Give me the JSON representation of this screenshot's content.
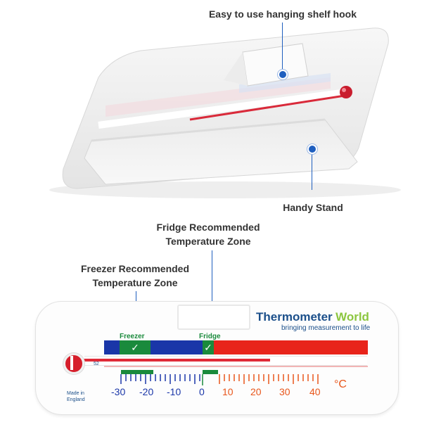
{
  "callouts": {
    "hook": "Easy to use hanging shelf hook",
    "stand": "Handy Stand",
    "fridge_zone_line1": "Fridge Recommended",
    "fridge_zone_line2": "Temperature Zone",
    "freezer_zone_line1": "Freezer Recommended",
    "freezer_zone_line2": "Temperature Zone"
  },
  "thermometer": {
    "brand_part1": "Thermometer",
    "brand_part2": "World",
    "tagline": "bringing measurement to life",
    "freezer_label": "Freezer",
    "fridge_label": "Fridge",
    "check_mark": "✓",
    "code": "52",
    "made_in_line1": "Made in",
    "made_in_line2": "England",
    "unit": "°C",
    "scale_negative": [
      "-30",
      "-20",
      "-10"
    ],
    "scale_zero": "0",
    "scale_positive": [
      "10",
      "20",
      "30",
      "40"
    ]
  },
  "colors": {
    "brand_blue": "#1b4f8a",
    "brand_green": "#8cc63f",
    "freezer_blue": "#1a36a8",
    "zone_green": "#1a8a3c",
    "warm_red": "#e8241b",
    "callout_blue": "#1f5fbf"
  }
}
